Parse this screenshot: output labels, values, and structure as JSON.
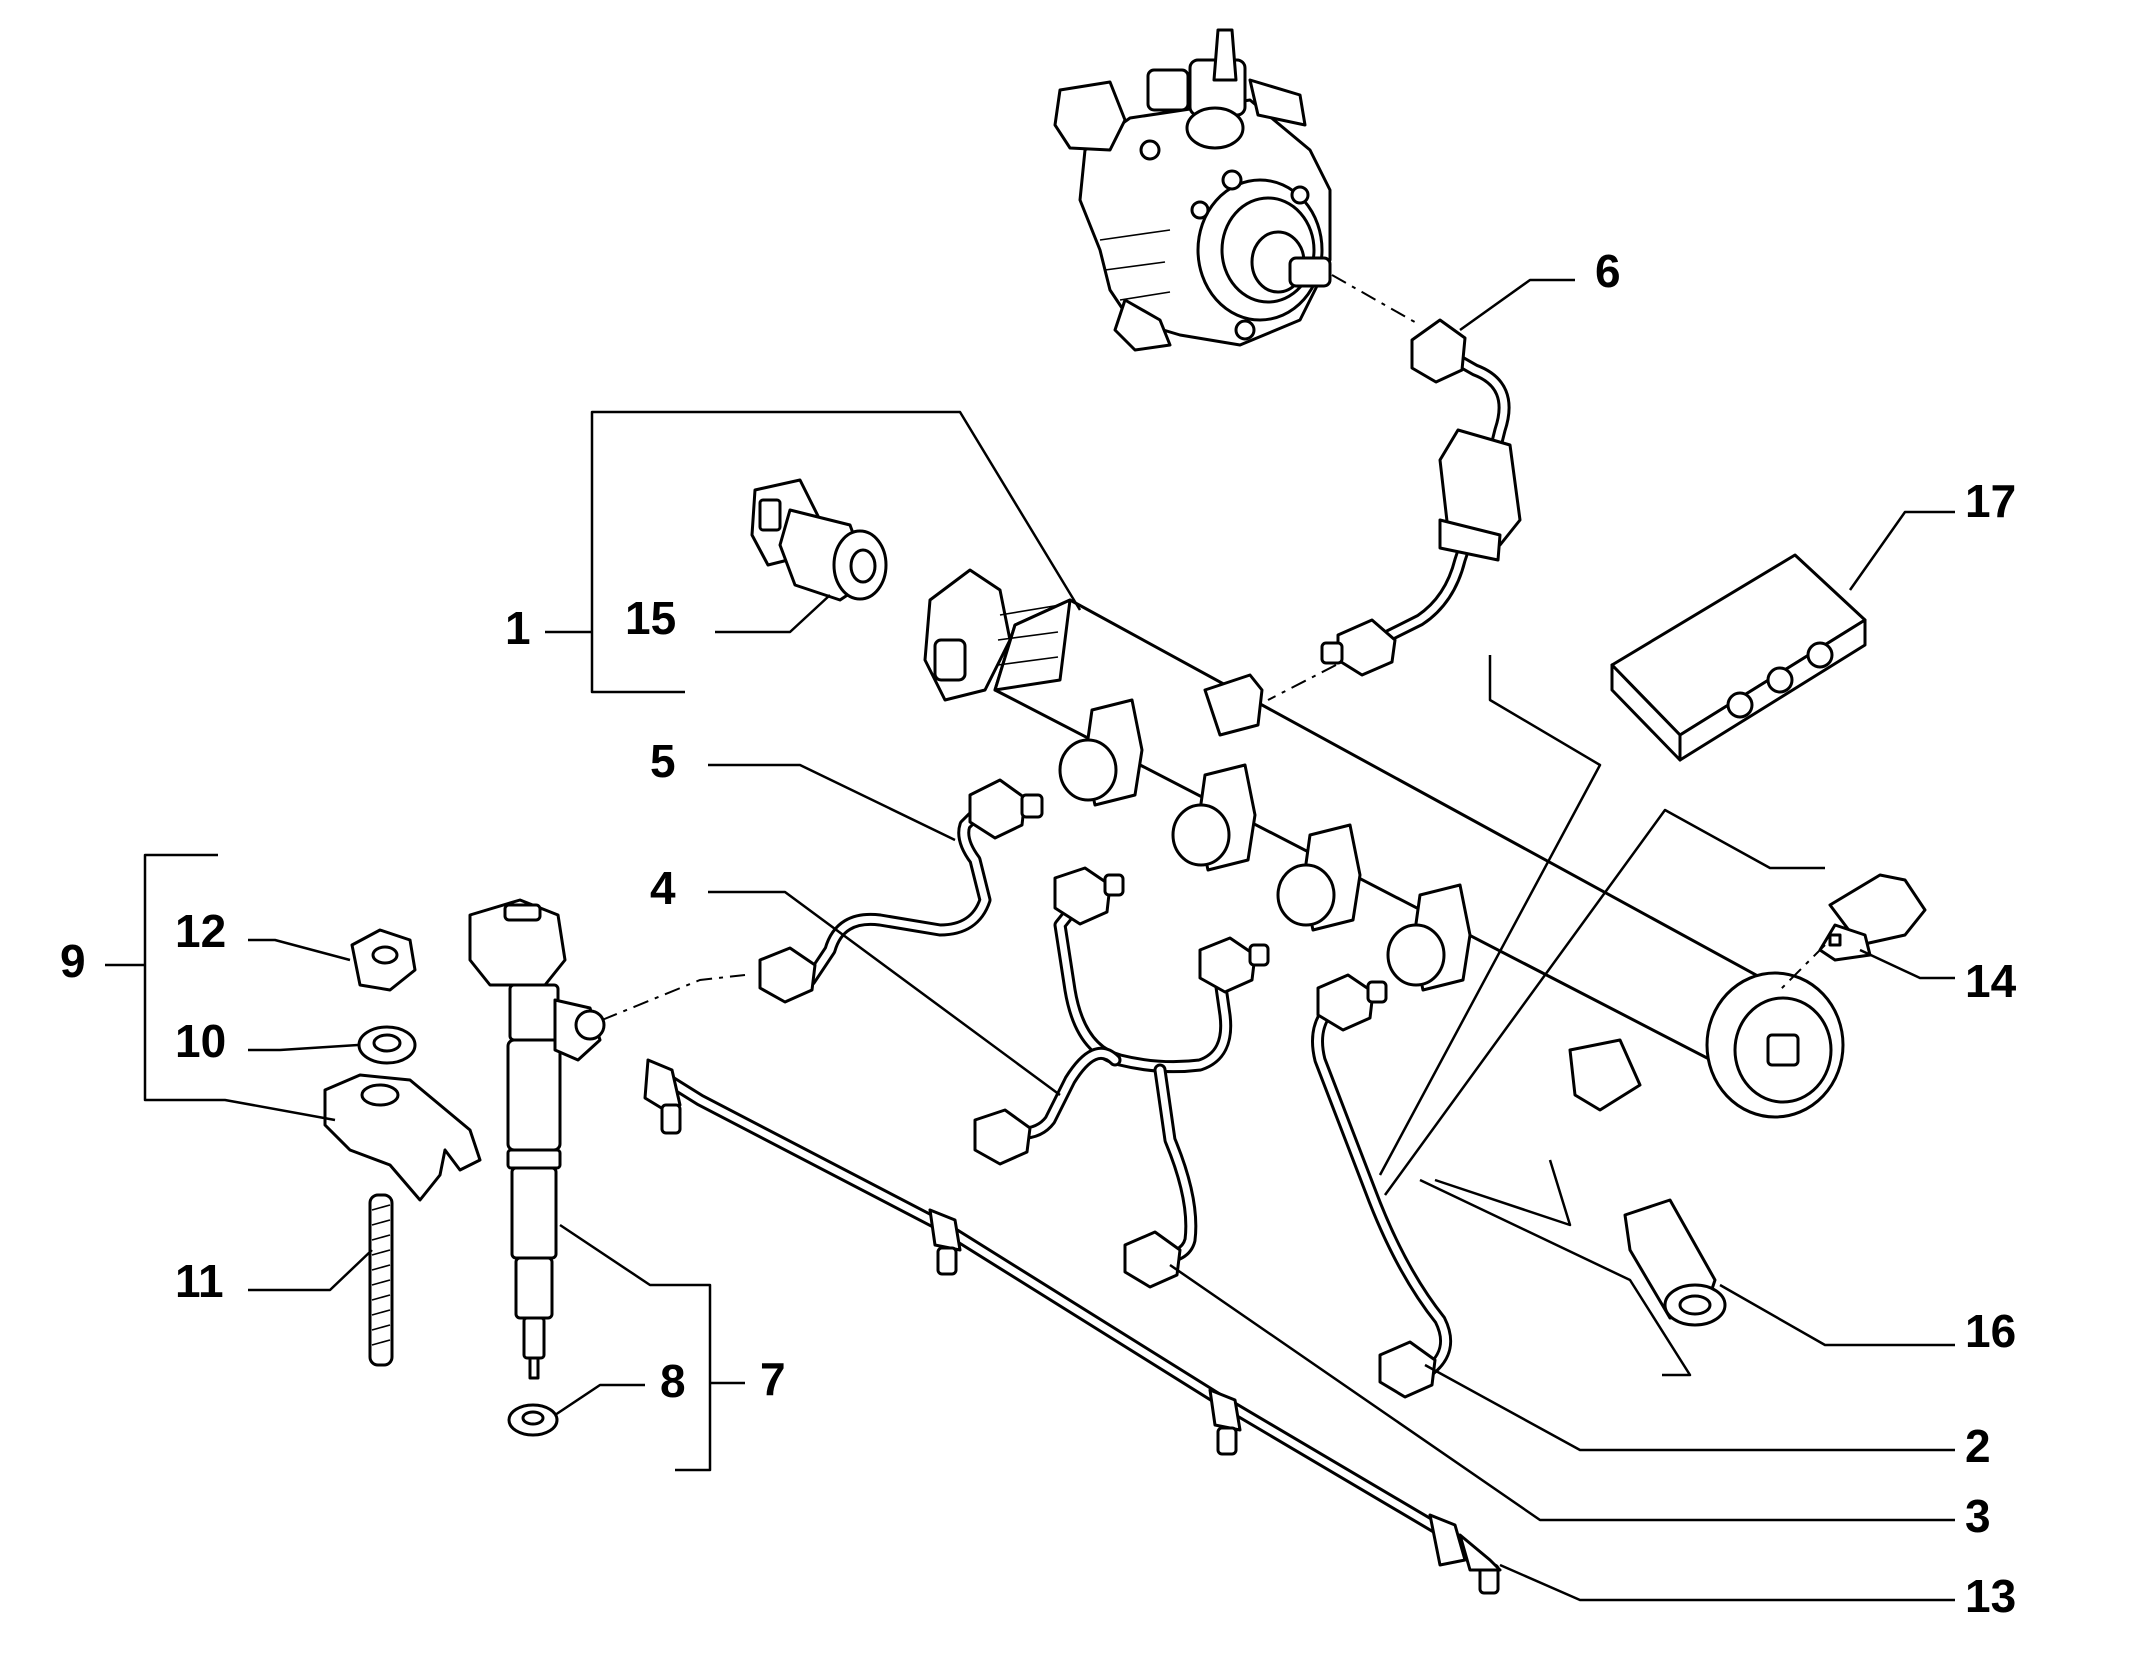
{
  "diagram": {
    "callouts": {
      "c1": "1",
      "c2": "2",
      "c3": "3",
      "c4": "4",
      "c5": "5",
      "c6": "6",
      "c7": "7",
      "c8": "8",
      "c9": "9",
      "c10": "10",
      "c11": "11",
      "c12": "12",
      "c13": "13",
      "c14": "14",
      "c15": "15",
      "c16": "16",
      "c17": "17"
    },
    "line_color": "#000000",
    "background_color": "#ffffff"
  }
}
